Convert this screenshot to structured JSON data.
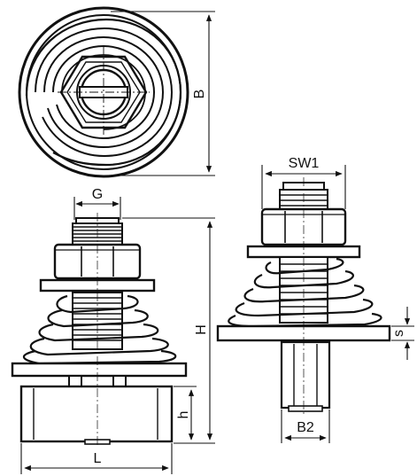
{
  "dimensions": {
    "B": "B",
    "SW1": "SW1",
    "G": "G",
    "H": "H",
    "h": "h",
    "L": "L",
    "s": "s",
    "B2": "B2"
  }
}
